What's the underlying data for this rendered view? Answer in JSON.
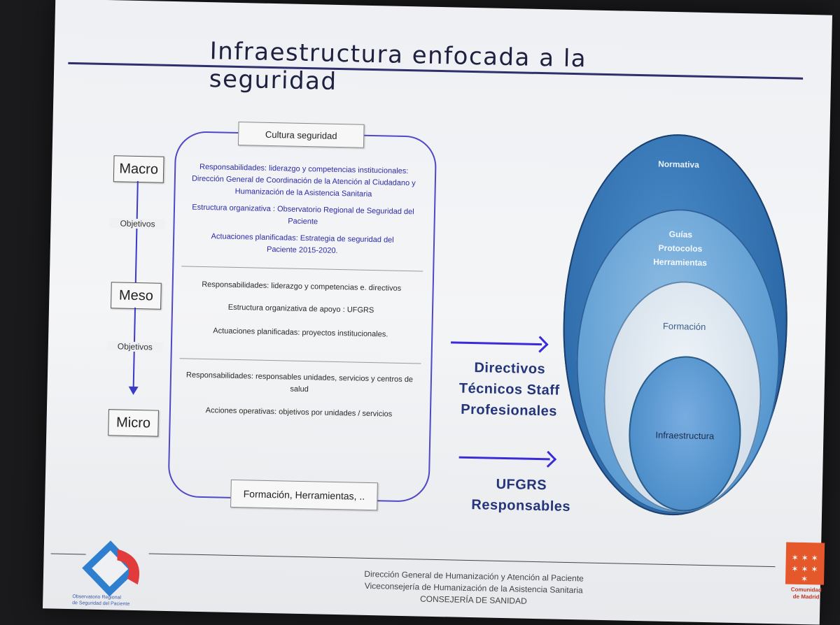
{
  "slide": {
    "title": "Infraestructura enfocada a la seguridad"
  },
  "levels": {
    "macro": "Macro",
    "meso": "Meso",
    "micro": "Micro",
    "objetivos_1": "Objetivos",
    "objetivos_2": "Objetivos"
  },
  "panel": {
    "header": "Cultura seguridad",
    "footer": "Formación, Herramientas, ..",
    "macro_lines": [
      "Responsabilidades: liderazgo y competencias institucionales:",
      "Dirección General de Coordinación de la Atención al Ciudadano y",
      "Humanización de la Asistencia Sanitaria",
      "Estructura organizativa : Observatorio Regional de Seguridad del",
      "Paciente",
      "Actuaciones planificadas: Estrategia de seguridad del",
      "Paciente 2015-2020."
    ],
    "meso_lines": [
      "Responsabilidades: liderazgo y competencias e. directivos",
      "Estructura organizativa de apoyo : UFGRS",
      "Actuaciones planificadas: proyectos institucionales."
    ],
    "micro_lines": [
      "Responsabilidades: responsables unidades, servicios y centros de",
      "salud",
      "Acciones operativas: objetivos por unidades / servicios"
    ]
  },
  "roles": {
    "group1": [
      "Directivos",
      "Técnicos Staff",
      "Profesionales"
    ],
    "group2": [
      "UFGRS",
      "Responsables"
    ]
  },
  "ellipses": {
    "normativa": "Normativa",
    "guias": [
      "Guías",
      "Protocolos",
      "Herramientas"
    ],
    "formacion": "Formación",
    "infraestructura": "Infraestructura"
  },
  "footer": {
    "lines": [
      "Dirección General de Humanización y Atención al Paciente",
      "Viceconsejería de Humanización de la Asistencia Sanitaria",
      "CONSEJERÍA DE SANIDAD"
    ],
    "logo_left_caption": [
      "Observatorio Regional",
      "de Seguridad del Paciente"
    ],
    "logo_right_caption": [
      "Comunidad",
      "de Madrid"
    ]
  },
  "colors": {
    "blue_text": "#2b2ba8",
    "arrow": "#3a2ad8",
    "role_text": "#24357a",
    "ellipse_outer": "#2f6fb0",
    "ellipse_mid": "#5b9bd2",
    "ellipse_light": "#d7e3ee",
    "ellipse_inner": "#4e8fca",
    "madrid_red": "#e4582b"
  }
}
